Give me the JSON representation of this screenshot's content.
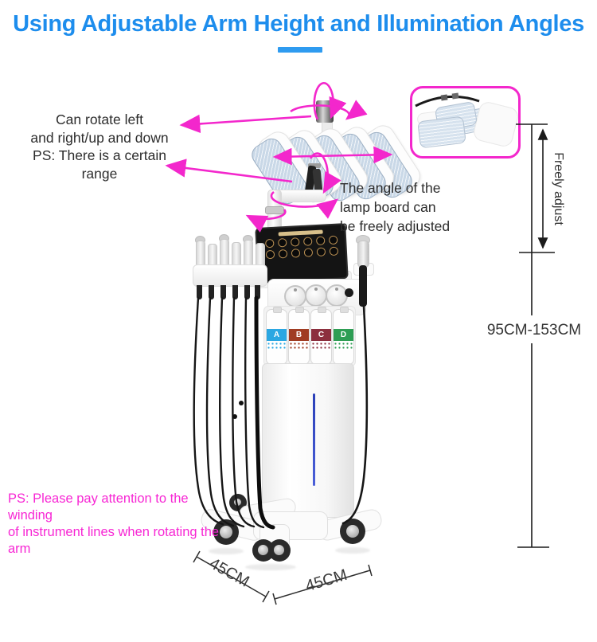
{
  "colors": {
    "title_blue": "#1d8ded",
    "underline_blue": "#2e9bf0",
    "accent_magenta": "#f327cc",
    "text_dark": "#2d2d2d",
    "cabinet_stripe_blue": "#3a4fc8"
  },
  "header": {
    "title": "Using Adjustable Arm Height and Illumination Angles"
  },
  "callouts": {
    "rotate_note": "Can rotate left\nand right/up and down\nPS: There is a certain\nrange",
    "lamp_angle_note": "The angle of the\nlamp board can\nbe freely adjusted",
    "winding_note": "PS: Please pay attention to the winding\nof instrument lines when rotating the arm"
  },
  "measurements": {
    "freely_adjust": "Freely adjust",
    "height_range": "95CM-153CM",
    "base_depth": "45CM",
    "base_width": "45CM"
  },
  "machine": {
    "bottles": [
      {
        "letter": "A",
        "color": "#2ba7e2"
      },
      {
        "letter": "B",
        "color": "#a03c22"
      },
      {
        "letter": "C",
        "color": "#8c2f3e"
      },
      {
        "letter": "D",
        "color": "#2e9e54"
      }
    ]
  }
}
